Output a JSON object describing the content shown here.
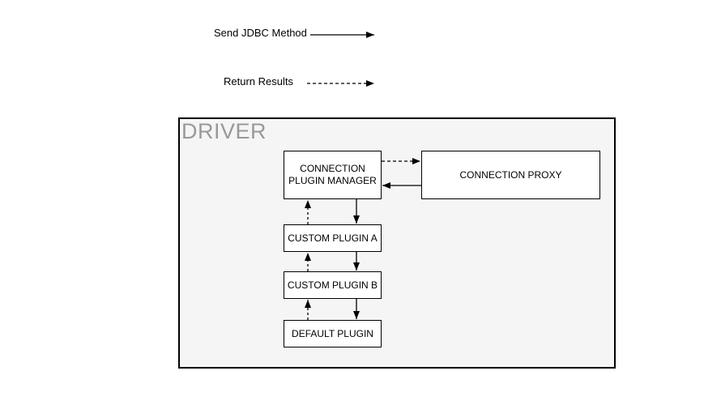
{
  "page": {
    "background_color": "#ffffff"
  },
  "legend": {
    "send": {
      "label": "Send JDBC Method",
      "line_style": "solid"
    },
    "return": {
      "label": "Return Results",
      "line_style": "dashed"
    }
  },
  "driver": {
    "title": "DRIVER",
    "title_color": "#999999",
    "fill_color": "#f5f5f5",
    "border_color": "#000000"
  },
  "nodes": {
    "manager": {
      "label": "CONNECTION\nPLUGIN MANAGER"
    },
    "proxy": {
      "label": "CONNECTION PROXY"
    },
    "plugin_a": {
      "label": "CUSTOM PLUGIN A"
    },
    "plugin_b": {
      "label": "CUSTOM PLUGIN B"
    },
    "default_plugin": {
      "label": "DEFAULT PLUGIN"
    }
  },
  "edges": [
    {
      "from": "connection-plugin-manager",
      "to": "connection-proxy",
      "style": "dashed"
    },
    {
      "from": "connection-proxy",
      "to": "connection-plugin-manager",
      "style": "solid"
    },
    {
      "from": "connection-plugin-manager",
      "to": "custom-plugin-a",
      "style": "solid"
    },
    {
      "from": "custom-plugin-a",
      "to": "connection-plugin-manager",
      "style": "dashed"
    },
    {
      "from": "custom-plugin-a",
      "to": "custom-plugin-b",
      "style": "solid"
    },
    {
      "from": "custom-plugin-b",
      "to": "custom-plugin-a",
      "style": "dashed"
    },
    {
      "from": "custom-plugin-b",
      "to": "default-plugin",
      "style": "solid"
    },
    {
      "from": "default-plugin",
      "to": "custom-plugin-b",
      "style": "dashed"
    }
  ]
}
